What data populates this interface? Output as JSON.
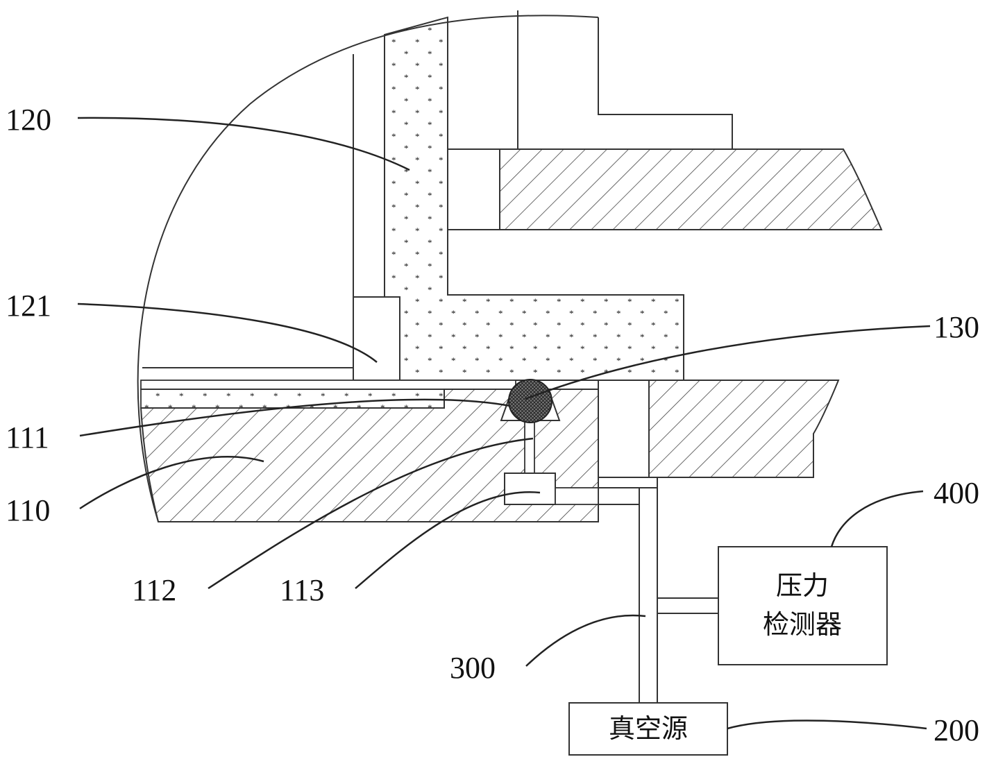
{
  "labels": {
    "l120": "120",
    "l121": "121",
    "l111": "111",
    "l110": "110",
    "l112": "112",
    "l113": "113",
    "l130": "130",
    "l400": "400",
    "l300": "300",
    "l200": "200"
  },
  "boxes": {
    "pressure_line1": "压力",
    "pressure_line2": "检测器",
    "vacuum": "真空源"
  },
  "colors": {
    "stroke": "#333333",
    "hatch": "#444444",
    "dots": "#555555"
  }
}
